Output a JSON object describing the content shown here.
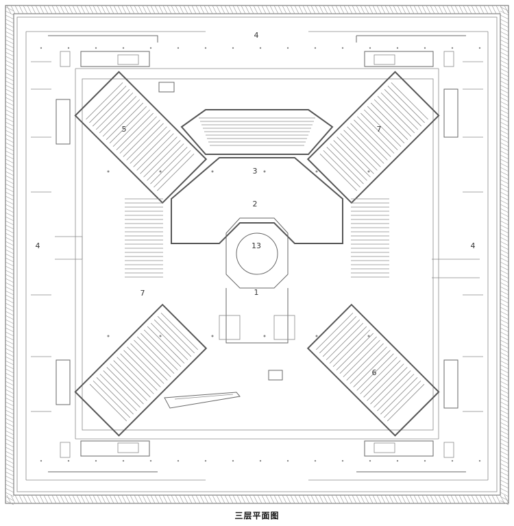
{
  "caption": "三层平面图",
  "room_labels": [
    {
      "key": "4",
      "text": "4"
    },
    {
      "key": "5",
      "text": "5"
    },
    {
      "key": "7",
      "text": "7"
    },
    {
      "key": "3",
      "text": "3"
    },
    {
      "key": "2",
      "text": "2"
    },
    {
      "key": "13",
      "text": "13"
    },
    {
      "key": "1",
      "text": "1"
    },
    {
      "key": "6",
      "text": "6"
    }
  ]
}
